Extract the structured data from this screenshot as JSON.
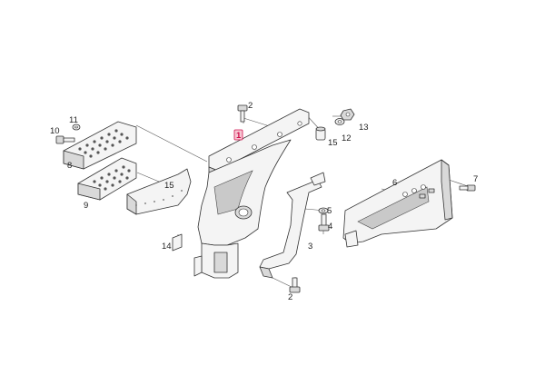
{
  "diagram": {
    "accent_color": "#d0104c",
    "highlighted_part": "1",
    "callouts": [
      {
        "id": "c1",
        "label": "1"
      },
      {
        "id": "c2a",
        "label": "2"
      },
      {
        "id": "c2b",
        "label": "2"
      },
      {
        "id": "c3",
        "label": "3"
      },
      {
        "id": "c4",
        "label": "4"
      },
      {
        "id": "c5",
        "label": "5"
      },
      {
        "id": "c6",
        "label": "6"
      },
      {
        "id": "c7",
        "label": "7"
      },
      {
        "id": "c8",
        "label": "8"
      },
      {
        "id": "c9",
        "label": "9"
      },
      {
        "id": "c10",
        "label": "10"
      },
      {
        "id": "c11",
        "label": "11"
      },
      {
        "id": "c12",
        "label": "12"
      },
      {
        "id": "c13",
        "label": "13"
      },
      {
        "id": "c14",
        "label": "14"
      },
      {
        "id": "c15a",
        "label": "15"
      },
      {
        "id": "c15b",
        "label": "15"
      }
    ]
  }
}
